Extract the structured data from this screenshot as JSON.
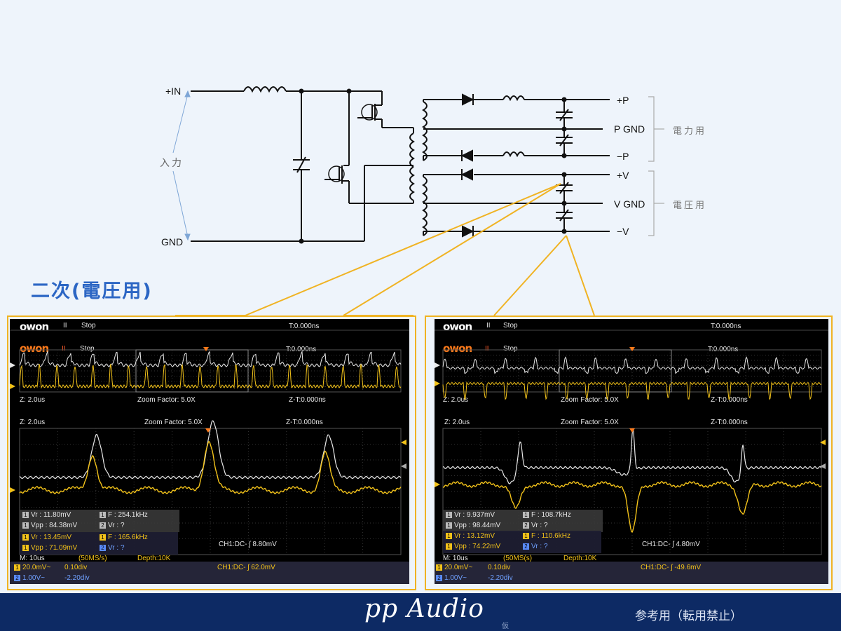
{
  "schematic": {
    "labels": {
      "in_plus": "+IN",
      "gnd": "GND",
      "input": "入力",
      "p_plus": "+P",
      "p_gnd": "P GND",
      "p_minus": "−P",
      "v_plus": "+V",
      "v_gnd": "V GND",
      "v_minus": "−V",
      "power_use": "電力用",
      "voltage_use": "電圧用"
    }
  },
  "section_title": "二次(電圧用)",
  "scopes": [
    {
      "brand": "owon",
      "top_bar": {
        "state_icon": "II",
        "state": "Stop",
        "trigger_time": "T:0.000ns"
      },
      "zoom_bar": {
        "timebase": "Z: 2.0us",
        "zoom_factor": "Zoom Factor: 5.0X",
        "zoom_time": "Z-T:0.000ns"
      },
      "meas_back": {
        "vr": "Vr : 11.80mV",
        "f": "F : 254.1kHz",
        "vpp": "Vpp : 84.38mV",
        "vr2": "Vr :     ?"
      },
      "meas_front": {
        "vr": "Vr : 13.45mV",
        "f": "F : 165.6kHz",
        "vpp": "Vpp : 71.09mV",
        "vr2": "Vr :     ?"
      },
      "status": {
        "timebase": "M: 10us",
        "sample_rate": "(50MS/s)",
        "depth": "Depth:10K",
        "ch1_trigger_back": "CH1:DC- ʃ 8.80mV",
        "ch1_trigger": "CH1:DC- ʃ 62.0mV",
        "ch1_scale": "20.0mV~",
        "ch1_div": "0.10div",
        "ch2_scale": "1.00V~",
        "ch2_div": "-2.20div"
      }
    },
    {
      "brand": "owon",
      "top_bar": {
        "state_icon": "II",
        "state": "Stop",
        "trigger_time": "T:0.000ns"
      },
      "zoom_bar": {
        "timebase": "Z: 2.0us",
        "zoom_factor": "Zoom Factor: 5.0X",
        "zoom_time": "Z-T:0.000ns"
      },
      "meas_back": {
        "vr": "Vr : 9.937mV",
        "f": "F : 108.7kHz",
        "vpp": "Vpp : 98.44mV",
        "vr2": "Vr :     ?"
      },
      "meas_front": {
        "vr": "Vr : 13.12mV",
        "f": "F : 110.6kHz",
        "vpp": "Vpp : 74.22mV",
        "vr2": "Vr :     ?"
      },
      "status": {
        "timebase": "M: 10us",
        "sample_rate": "(50MS(s)",
        "depth": "Depth:10K",
        "ch1_trigger_back": "CH1:DC- ʃ 4.80mV",
        "ch1_trigger": "CH1:DC- ʃ -49.6mV",
        "ch1_scale": "20.0mV~",
        "ch1_div": "0.10div",
        "ch2_scale": "1.00V~",
        "ch2_div": "-2.20div"
      }
    }
  ],
  "footer": {
    "brand": "pp Audio",
    "brand_sub": "仮",
    "reference": "参考用（転用禁止）"
  },
  "colors": {
    "accent": "#2c66c4",
    "frame": "#f0b323",
    "footer": "#0d2a64",
    "trace_ch1": "#f2c21a",
    "trace_ch2": "#e8e8e8"
  }
}
